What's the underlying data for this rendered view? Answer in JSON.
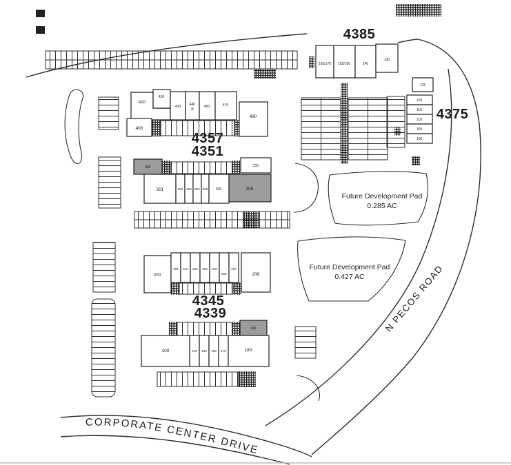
{
  "site": {
    "colors": {
      "background": "#ffffff",
      "line": "#2b2b2b",
      "shaded_unit": "#9c9c9c"
    }
  },
  "roads": {
    "corporate_center_drive": "CORPORATE CENTER DRIVE",
    "n_pecos_road": "N PECOS ROAD"
  },
  "future_pads": [
    {
      "title": "Future Development Pad",
      "area": "0.285 AC"
    },
    {
      "title": "Future Development Pad",
      "area": "0.427 AC"
    }
  ],
  "buildings": [
    {
      "label": "4385",
      "units": [
        {
          "label": "165/170"
        },
        {
          "label": "155/160"
        },
        {
          "label": "140"
        },
        {
          "label": "130"
        }
      ]
    },
    {
      "label": "4375",
      "units": [
        {
          "label": "125"
        },
        {
          "label": "120"
        },
        {
          "label": "115"
        },
        {
          "label": "110"
        },
        {
          "label": "105"
        },
        {
          "label": "100"
        }
      ]
    },
    {
      "label": "4357",
      "units": [
        {
          "label": "400"
        },
        {
          "label": "410"
        },
        {
          "label": "420"
        },
        {
          "label": "430"
        },
        {
          "label": "440",
          "label2": "B"
        },
        {
          "label": "450"
        },
        {
          "label": "470"
        },
        {
          "label": "490"
        }
      ]
    },
    {
      "label": "4351",
      "units": [
        {
          "label": "300"
        },
        {
          "label": "310"
        },
        {
          "label": "301"
        },
        {
          "label": "302"
        },
        {
          "label": "303"
        },
        {
          "label": "304"
        },
        {
          "label": "305"
        },
        {
          "label": "306"
        },
        {
          "label": "309"
        }
      ]
    },
    {
      "label": "4345",
      "units": [
        {
          "label": "200"
        },
        {
          "label": "201"
        },
        {
          "label": "202"
        },
        {
          "label": "203"
        },
        {
          "label": "204"
        },
        {
          "label": "205"
        },
        {
          "label": "206"
        },
        {
          "label": "207"
        },
        {
          "label": "208"
        }
      ]
    },
    {
      "label": "4339",
      "units": [
        {
          "label": "100"
        },
        {
          "label": "140"
        },
        {
          "label": "150"
        },
        {
          "label": "160"
        },
        {
          "label": "170"
        },
        {
          "label": "180"
        },
        {
          "label": "190"
        }
      ]
    }
  ]
}
